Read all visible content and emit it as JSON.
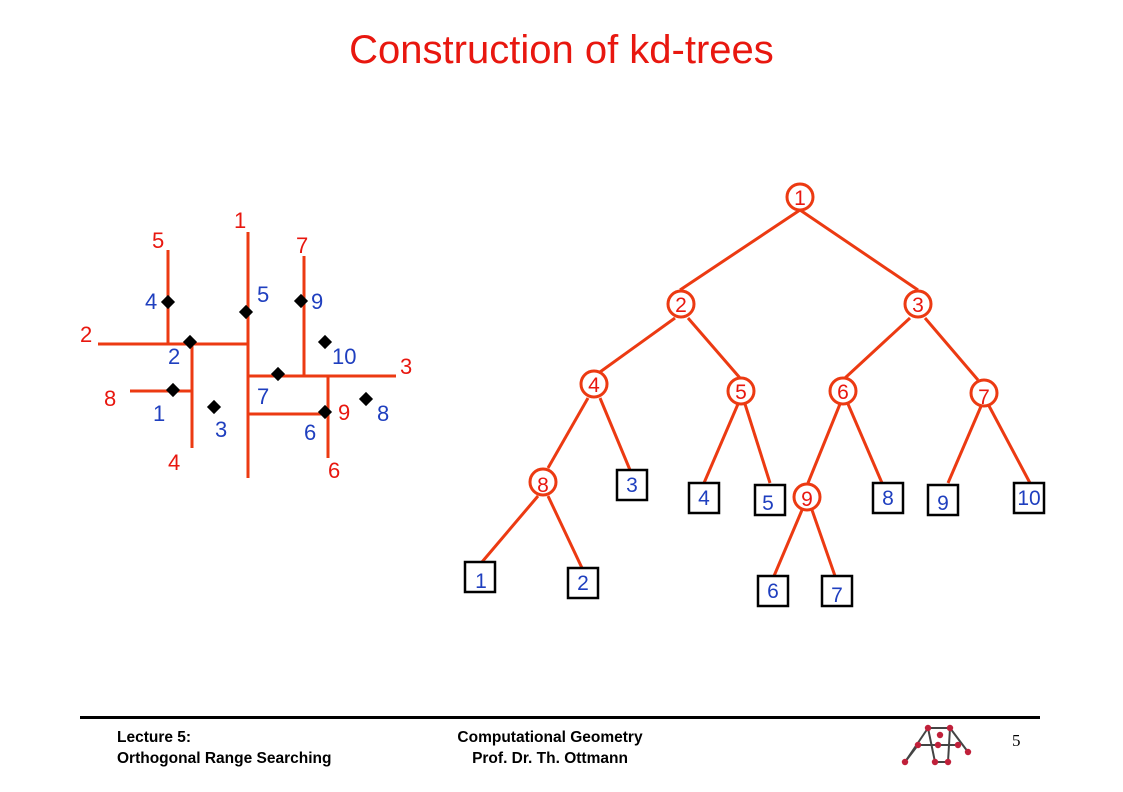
{
  "title": "Construction of kd-trees",
  "colors": {
    "split": "#e8170f",
    "line": "#ec3a12",
    "point": "#1f3fbf",
    "title": "#e8170f"
  },
  "plane": {
    "split_labels": [
      "1",
      "2",
      "3",
      "4",
      "5",
      "6",
      "7",
      "8"
    ],
    "point_labels": [
      "1",
      "2",
      "3",
      "4",
      "5",
      "6",
      "7",
      "8",
      "9",
      "10"
    ]
  },
  "tree": {
    "internal_nodes": [
      "1",
      "2",
      "3",
      "4",
      "5",
      "6",
      "7",
      "8",
      "9"
    ],
    "leaves": [
      "1",
      "2",
      "3",
      "4",
      "5",
      "6",
      "7",
      "8",
      "9",
      "10"
    ]
  },
  "footer": {
    "left_line1": "Lecture 5:",
    "left_line2": "Orthogonal Range Searching",
    "center_line1": "Computational Geometry",
    "center_line2": "Prof. Dr. Th. Ottmann",
    "page_number": "5"
  },
  "logo": {
    "icon": "network-logo-icon"
  }
}
